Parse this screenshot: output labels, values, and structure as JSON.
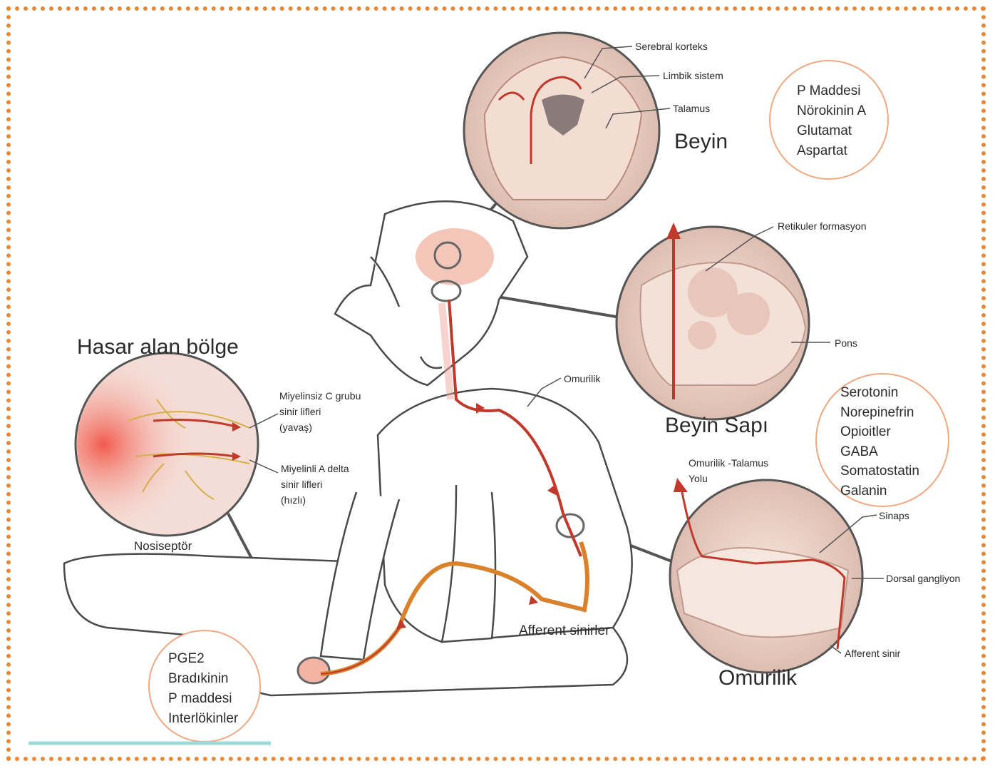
{
  "regions": {
    "beyin": "Beyin",
    "beyin_sapi": "Beyin Sapı",
    "omurilik": "Omurilik",
    "hasar": "Hasar alan bölge"
  },
  "labels": {
    "serebral_korteks": "Serebral korteks",
    "limbik_sistem": "Limbik sistem",
    "talamus": "Talamus",
    "retikuler_formasyon": "Retikuler formasyon",
    "pons": "Pons",
    "omurilik_small": "Omurilik",
    "omurilik_talamus_yolu": [
      "Omurilik -Talamus",
      "Yolu"
    ],
    "sinaps": "Sinaps",
    "dorsal_gangliyon": "Dorsal gangliyon",
    "afferent_sinir": "Afferent sinir",
    "afferent_sinirler": "Afferent sinirler",
    "nosiseptor": "Nosiseptör",
    "miyelinsiz": [
      "Miyelinsiz C grubu",
      "sinir lifleri",
      "(yavaş)"
    ],
    "miyelinli": [
      "Miyelinli A delta",
      "sinir lifleri",
      "(hızlı)"
    ]
  },
  "brain_list": [
    "P Maddesi",
    "Nörokinin A",
    "Glutamat",
    "Aspartat"
  ],
  "spinal_list": [
    "Serotonin",
    "Norepinefrin",
    "Opioitler",
    "GABA",
    "Somatostatin",
    "Galanin"
  ],
  "injury_list": [
    "PGE2",
    "Bradıkinin",
    "P maddesi",
    "Interlökinler"
  ],
  "colors": {
    "border": "#e8893a",
    "pathway": "#c0392b",
    "afferent": "#d9822b",
    "circle_outline": "#f0a882",
    "accent_line": "#9ed8d8"
  }
}
